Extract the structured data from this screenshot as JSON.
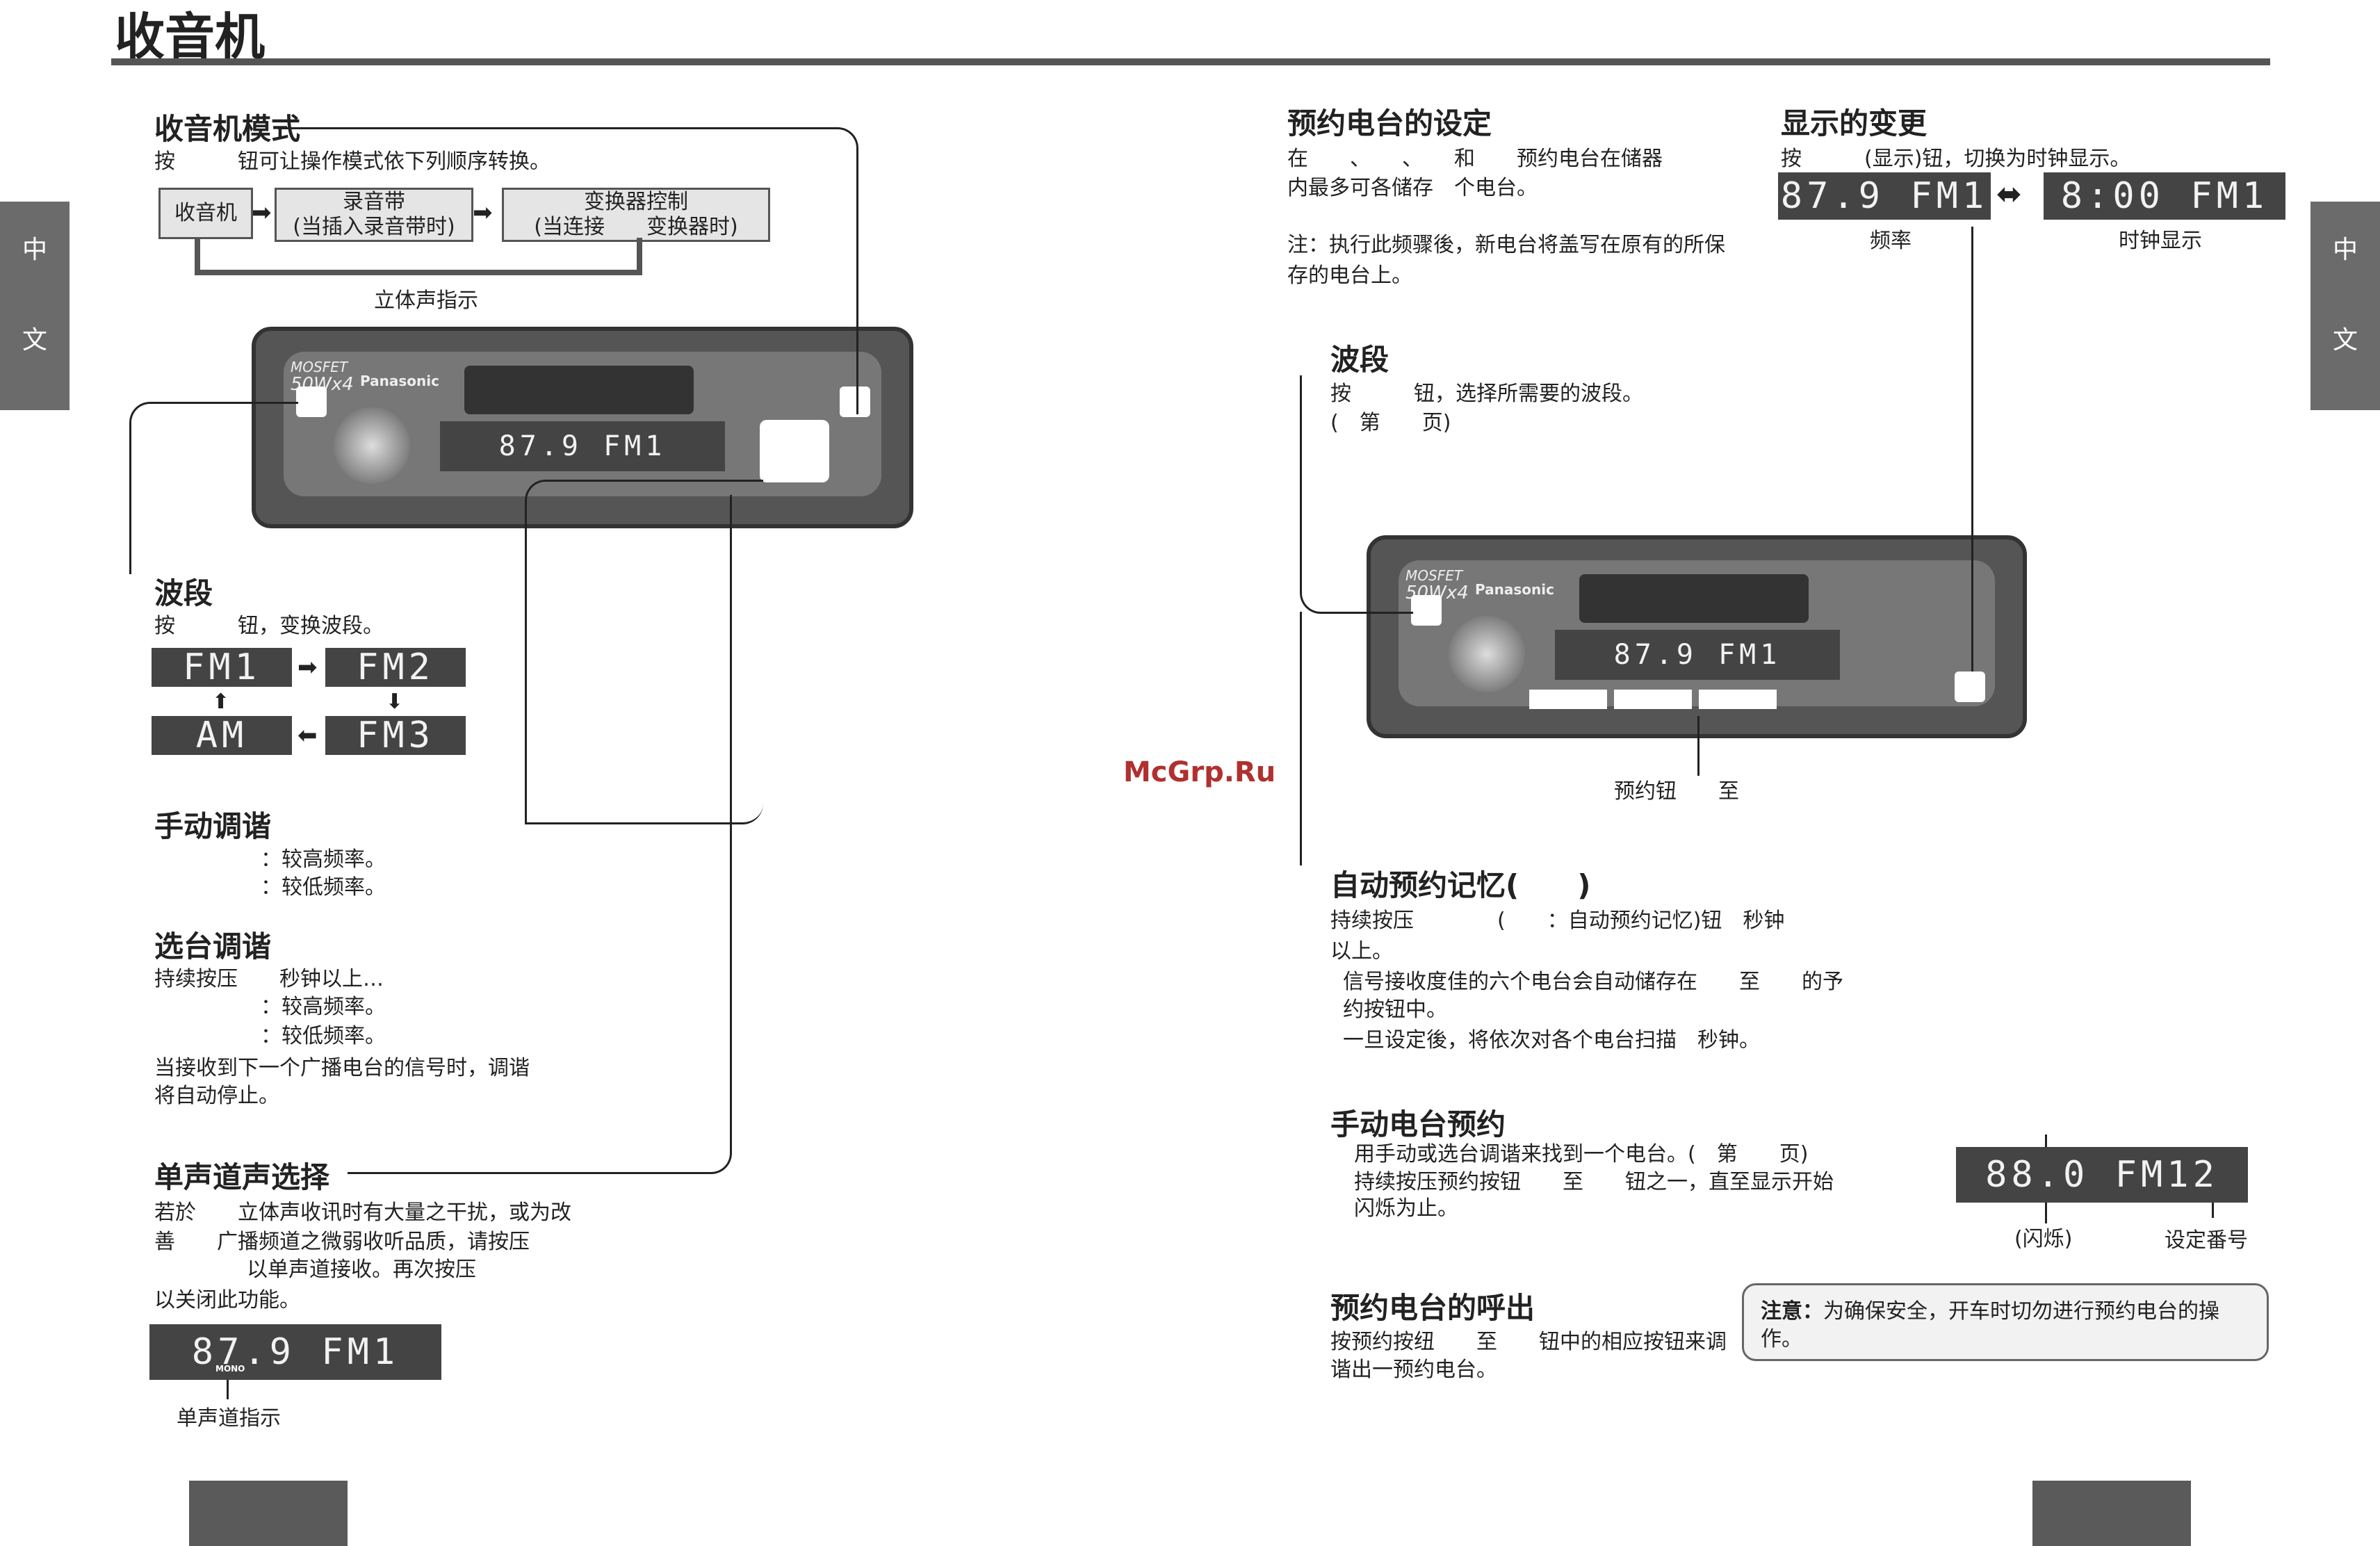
{
  "page_title": "收音机",
  "side_tab": {
    "line1": "中",
    "line2": "文"
  },
  "left": {
    "radio_mode": {
      "heading": "收音机模式",
      "desc": "按　　　钮可让操作模式依下列顺序转换。",
      "flow": {
        "radio": "收音机",
        "tape": "录音带\n(当插入录音带时)",
        "changer": "变换器控制\n(当连接　　变换器时)"
      }
    },
    "stereo_label": "立体声指示",
    "band": {
      "heading": "波段",
      "desc": "按　　　钮，变换波段。",
      "lcd": {
        "fm1": "FM1",
        "fm2": "FM2",
        "am": "AM",
        "fm3": "FM3"
      }
    },
    "manual": {
      "heading": "手动调谐",
      "line1": "：较高频率。",
      "line2": "：较低频率。"
    },
    "seek": {
      "heading": "选台调谐",
      "line1": "持续按压　　秒钟以上…",
      "line2": "：较高频率。",
      "line3": "：较低频率。",
      "line4": "当接收到下一个广播电台的信号时，调谐",
      "line5": "将自动停止。"
    },
    "mono": {
      "heading": "单声道声选择",
      "line1": "若於　　立体声收讯时有大量之干扰，或为改",
      "line2": "善　　广播频道之微弱收听品质，请按压",
      "line3": "以单声道接收。再次按压",
      "line4": "以关闭此功能。",
      "lcd": "87.9 FM1",
      "mono_tag": "MONO",
      "caption": "单声道指示"
    }
  },
  "radio_unit": {
    "brand": "Panasonic",
    "badge1": "MOSFET",
    "badge2": "50Wx4",
    "display": "87.9 FM1"
  },
  "watermark": "McGrp.Ru",
  "right": {
    "preset_setup": {
      "heading": "预约电台的设定",
      "line1": "在　　、　　、　　和　　预约电台在储器",
      "line2": "内最多可各储存　个电台。",
      "note1": "注：执行此频骤後，新电台将盖写在原有的所保",
      "note2": "存的电台上。"
    },
    "display_change": {
      "heading": "显示的变更",
      "desc": "按　　　(显示)钮，切换为时钟显示。",
      "lcd_freq": "87.9 FM1",
      "lcd_clock": "8:00 FM1",
      "cap_freq": "频率",
      "cap_clock": "时钟显示"
    },
    "band": {
      "heading": "波段",
      "line1": "按　　　钮，选择所需要的波段。",
      "line2": "(　第　　页)"
    },
    "preset_label": "预约钮　　至",
    "auto_memory": {
      "heading": "自动预约记忆(　　)",
      "line1": "持续按压　　　　(　　：自动预约记忆)钮　秒钟",
      "line2": "以上。",
      "line3": "信号接收度佳的六个电台会自动储存在　　至　　的予",
      "line4": "约按钮中。",
      "line5": "一旦设定後，将依次对各个电台扫描　秒钟。"
    },
    "manual_preset": {
      "heading": "手动电台预约",
      "line1": "用手动或选台调谐来找到一个电台。(　第　　页)",
      "line2": "持续按压预约按钮　　至　　钮之一，直至显示开始",
      "line3": "闪烁为止。",
      "lcd": "88.0 FM12",
      "cap_blink": "(闪烁)",
      "cap_num": "设定番号"
    },
    "recall": {
      "heading": "预约电台的呼出",
      "line1": "按预约按纽　　至　　钮中的相应按钮来调",
      "line2": "谐出一预约电台。"
    },
    "caution": {
      "label": "注意：",
      "text": "为确保安全，开车时切勿进行预约电台的操",
      "text2": "作。"
    }
  }
}
